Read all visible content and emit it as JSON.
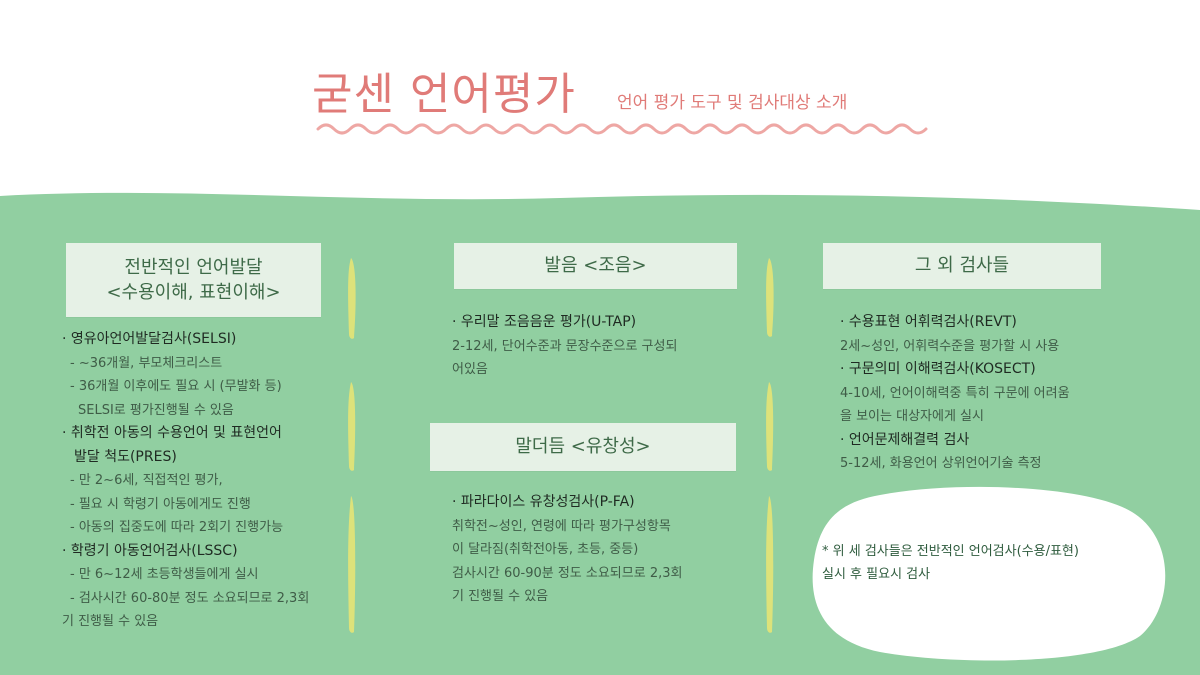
{
  "header": {
    "title": "굳센 언어평가",
    "subtitle": "언어 평가 도구 및 검사대상 소개"
  },
  "colors": {
    "accent": "#e07b78",
    "background_green": "#91cfa1",
    "chip": "#e6f1e6",
    "divider": "#dde27a",
    "note_bubble": "#ffffff"
  },
  "sections": {
    "language": {
      "title_line1": "전반적인 언어발달",
      "title_line2": "<수용이해, 표현이해>",
      "items": [
        {
          "kind": "h",
          "text": "· 영유아언어발달검사(SELSI)"
        },
        {
          "kind": "d",
          "text": "- ~36개월, 부모체크리스트"
        },
        {
          "kind": "d",
          "text": "- 36개월 이후에도 필요 시 (무발화 등)"
        },
        {
          "kind": "d2",
          "text": "SELSI로 평가진행될 수 있음"
        },
        {
          "kind": "h",
          "text": "· 취학전 아동의 수용언어 및 표현언어"
        },
        {
          "kind": "h2",
          "text": "발달 척도(PRES)"
        },
        {
          "kind": "d",
          "text": "- 만 2~6세, 직접적인 평가,"
        },
        {
          "kind": "d",
          "text": "- 필요 시 학령기 아동에게도 진행"
        },
        {
          "kind": "d",
          "text": "- 아동의 집중도에 따라 2회기 진행가능"
        },
        {
          "kind": "h",
          "text": "· 학령기 아동언어검사(LSSC)"
        },
        {
          "kind": "d",
          "text": "- 만 6~12세 초등학생들에게 실시"
        },
        {
          "kind": "d",
          "text": "- 검사시간 60-80분 정도 소요되므로 2,3회"
        },
        {
          "kind": "p",
          "text": "기 진행될 수 있음"
        }
      ]
    },
    "articulation": {
      "title": "발음 <조음>",
      "items": [
        {
          "kind": "h",
          "text": "· 우리말 조음음운 평가(U-TAP)"
        },
        {
          "kind": "p",
          "text": "2-12세, 단어수준과 문장수준으로 구성되"
        },
        {
          "kind": "p",
          "text": "어있음"
        }
      ]
    },
    "fluency": {
      "title": "말더듬 <유창성>",
      "items": [
        {
          "kind": "h",
          "text": "· 파라다이스 유창성검사(P-FA)"
        },
        {
          "kind": "p",
          "text": "취학전~성인, 연령에 따라 평가구성항목"
        },
        {
          "kind": "p",
          "text": "이 달라짐(취학전아동, 초등, 중등)"
        },
        {
          "kind": "p",
          "text": "검사시간 60-90분 정도 소요되므로 2,3회"
        },
        {
          "kind": "p",
          "text": "기 진행될 수 있음"
        }
      ]
    },
    "others": {
      "title": "그 외 검사들",
      "items": [
        {
          "kind": "h",
          "text": "· 수용표현 어휘력검사(REVT)"
        },
        {
          "kind": "p",
          "text": "2세~성인, 어휘력수준을 평가할 시 사용"
        },
        {
          "kind": "h",
          "text": "· 구문의미 이해력검사(KOSECT)"
        },
        {
          "kind": "p",
          "text": "4-10세, 언어이해력중 특히 구문에 어려움"
        },
        {
          "kind": "p",
          "text": "을 보이는 대상자에게 실시"
        },
        {
          "kind": "h",
          "text": "· 언어문제해결력 검사"
        },
        {
          "kind": "p",
          "text": "5-12세, 화용언어 상위언어기술 측정"
        }
      ]
    }
  },
  "note": {
    "line1": "* 위 세 검사들은 전반적인 언어검사(수용/표현)",
    "line2": "실시 후 필요시 검사"
  }
}
